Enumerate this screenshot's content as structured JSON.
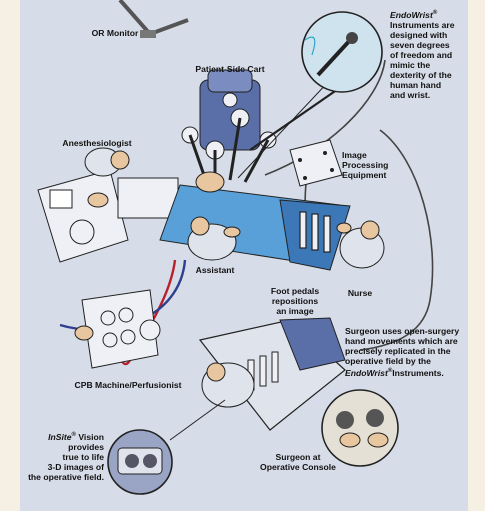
{
  "labels": {
    "or_monitor": "OR Monitor",
    "patient_side_cart": "Patient-Side Cart",
    "anesthesiologist": "Anesthesiologist",
    "image_processing": [
      "Image",
      "Processing",
      "Equipment"
    ],
    "assistant": "Assistant",
    "nurse": "Nurse",
    "foot_pedals": [
      "Foot pedals",
      "repositions",
      "an image"
    ],
    "cpb": "CPB Machine/Perfusionist",
    "surgeon_console": [
      "Surgeon at",
      "Operative Console"
    ]
  },
  "endowrist_note": {
    "brand": "EndoWrist",
    "reg": "®",
    "lines": [
      "Instruments are",
      "designed with",
      "seven degrees",
      "of freedom and",
      "mimic the",
      "dexterity of the",
      "human hand",
      "and wrist."
    ]
  },
  "surgeon_note": {
    "lines": [
      "Surgeon uses open-surgery",
      "hand movements which are",
      "precisely replicated in the",
      "operative field by the"
    ],
    "brand": "EndoWrist",
    "reg": "®",
    "tail": "Instruments."
  },
  "insite_note": {
    "brand": "InSite",
    "reg": "®",
    "first_tail": " Vision",
    "lines": [
      "provides",
      "true to life",
      "3-D images of",
      "the operative field."
    ]
  },
  "colors": {
    "panel": "#d7dde8",
    "page": "#f5efe4",
    "cart": "#5a6fa8",
    "table_blue": "#5aa0d8",
    "tube_red": "#b8202a",
    "tube_blue": "#2e3f8f",
    "skin": "#e8c7a0",
    "gown": "#dfe3ec"
  }
}
